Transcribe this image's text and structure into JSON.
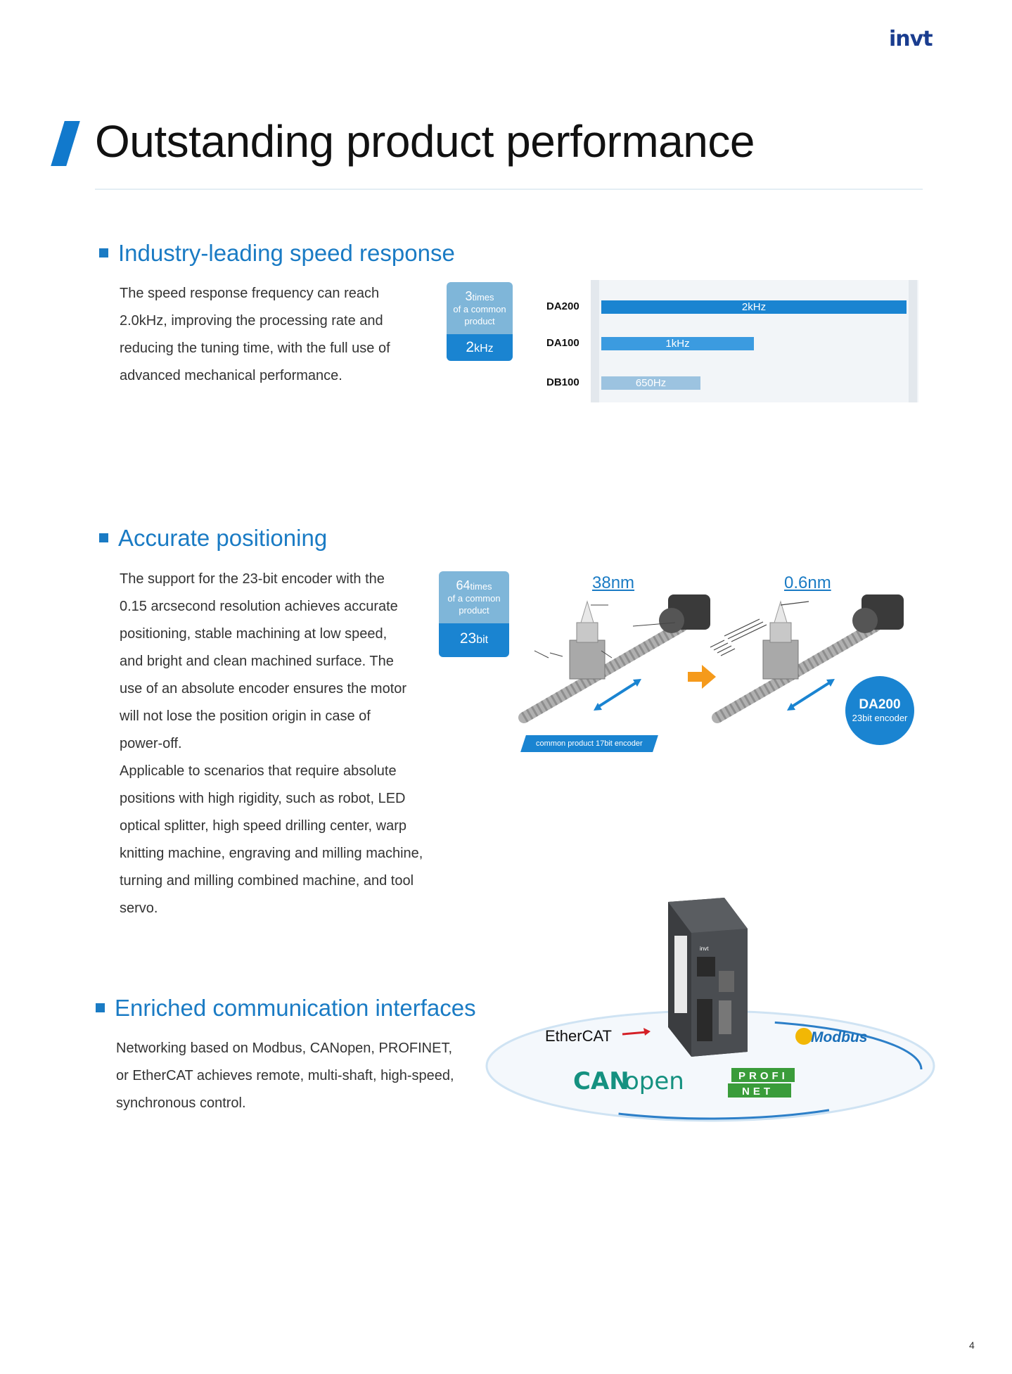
{
  "header": {
    "logo_text": "invt"
  },
  "page": {
    "title": "Outstanding product performance",
    "page_number": "4"
  },
  "section1": {
    "heading": "Industry-leading speed response",
    "body_lines": [
      "The speed response frequency can reach",
      "2.0kHz, improving the processing rate and",
      "reducing the tuning time, with the full use of",
      "advanced mechanical performance."
    ],
    "callout": {
      "multiple": "3",
      "unit": "times",
      "line2": "of a common",
      "line3": "product",
      "value": "2",
      "value_unit": "kHz"
    }
  },
  "chart_data": {
    "type": "bar",
    "orientation": "horizontal",
    "categories": [
      "DA200",
      "DA100",
      "DB100"
    ],
    "values": [
      2000,
      1000,
      650
    ],
    "value_labels": [
      "2kHz",
      "1kHz",
      "650Hz"
    ],
    "unit": "Hz",
    "xlim": [
      0,
      2000
    ],
    "colors": [
      "#1a84d1",
      "#3b9be0",
      "#9cc3e0"
    ],
    "title": "",
    "xlabel": "",
    "ylabel": ""
  },
  "section2": {
    "heading": "Accurate positioning",
    "body_lines": [
      "The support for the 23-bit encoder with the",
      "0.15 arcsecond resolution achieves accurate",
      "positioning, stable machining at low speed,",
      "and bright and clean machined surface. The",
      "use of an absolute encoder ensures the motor",
      "will not lose the position origin in case of",
      "power-off.",
      "Applicable to scenarios that require absolute",
      "positions with high rigidity, such as robot, LED",
      "optical splitter, high speed drilling center, warp",
      "knitting machine, engraving and milling machine,",
      "turning and milling combined machine, and tool",
      "servo."
    ],
    "callout": {
      "multiple": "64",
      "unit": "times",
      "line2": "of a common",
      "line3": "product",
      "value": "23",
      "value_unit": "bit"
    },
    "diagram": {
      "left_resolution": "38nm",
      "right_resolution": "0.6nm",
      "common_tag": "common product 17bit encoder",
      "badge_title": "DA200",
      "badge_sub": "23bit encoder"
    }
  },
  "section3": {
    "heading": "Enriched communication interfaces",
    "body_lines": [
      "Networking based on Modbus, CANopen, PROFINET,",
      "or EtherCAT achieves remote, multi-shaft, high-speed,",
      "synchronous control."
    ],
    "protocols": {
      "ethercat": "EtherCAT",
      "modbus": "Modbus",
      "can": "CAN",
      "open": "open",
      "profi": "PROFI",
      "net": "NET"
    },
    "drive_label": "invt"
  },
  "colors": {
    "accent": "#1a7bc4",
    "brand": "#1a3d8f",
    "arrow": "#f59a1b"
  }
}
